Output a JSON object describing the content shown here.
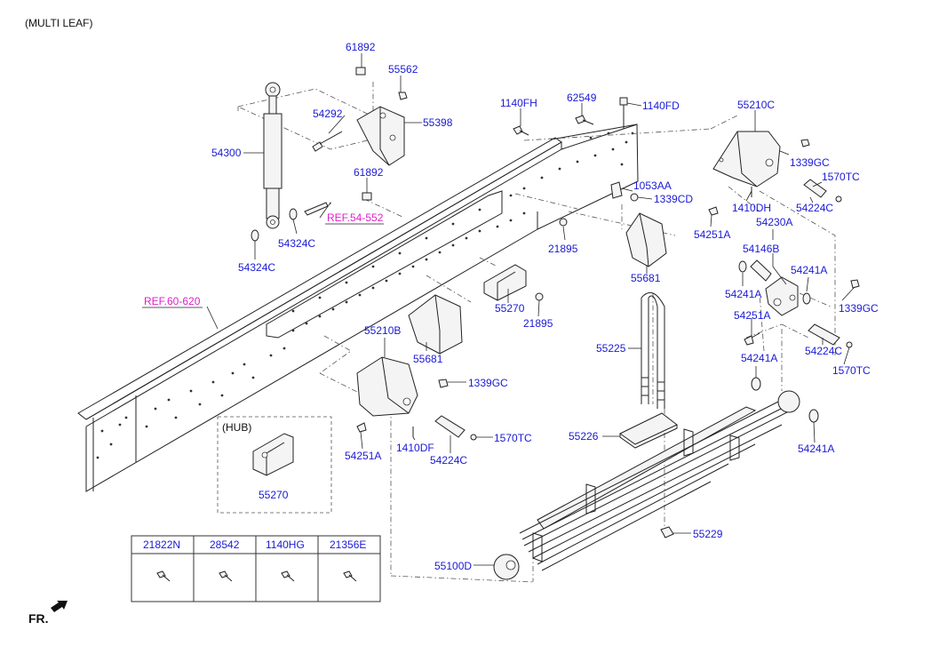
{
  "title": "(MULTI LEAF)",
  "fr_label": "FR.",
  "hub_label": "(HUB)",
  "refs": {
    "ref1": "REF.54-552",
    "ref2": "REF.60-620"
  },
  "colors": {
    "part_label": "#1a1ad6",
    "reference": "#e020c8",
    "line": "#222222"
  },
  "part_labels": {
    "p61892a": "61892",
    "p55562": "55562",
    "p54292": "54292",
    "p55398": "55398",
    "p54300": "54300",
    "p61892b": "61892",
    "p54324c_a": "54324C",
    "p54324c_b": "54324C",
    "p1140fh": "1140FH",
    "p62549": "62549",
    "p1140fd": "1140FD",
    "p55210c": "55210C",
    "p1339gc_a": "1339GC",
    "p1570tc_a": "1570TC",
    "p1053aa": "1053AA",
    "p1339cd": "1339CD",
    "p54224c_a": "54224C",
    "p1410dh": "1410DH",
    "p54230a": "54230A",
    "p54251a_a": "54251A",
    "p54146b": "54146B",
    "p21895a": "21895",
    "p54241a_a": "54241A",
    "p54241a_b": "54241A",
    "p1339gc_b": "1339GC",
    "p55681a": "55681",
    "p54251a_b": "54251A",
    "p55270a": "55270",
    "p21895b": "21895",
    "p54224c_b": "54224C",
    "p55225": "55225",
    "p55210b": "55210B",
    "p54241a_c": "54241A",
    "p1570tc_b": "1570TC",
    "p55681b": "55681",
    "p1339gc_c": "1339GC",
    "p55226": "55226",
    "p54241a_d": "54241A",
    "p1410df": "1410DF",
    "p1570tc_c": "1570TC",
    "p54251a_c": "54251A",
    "p54224c_c": "54224C",
    "p55270b": "55270",
    "p55229": "55229",
    "p55100d": "55100D"
  },
  "parts_table": {
    "headers": [
      "21822N",
      "28542",
      "1140HG",
      "21356E"
    ],
    "icons": [
      "bolt-icon",
      "bolt-icon",
      "bolt-icon",
      "bolt-icon"
    ]
  }
}
